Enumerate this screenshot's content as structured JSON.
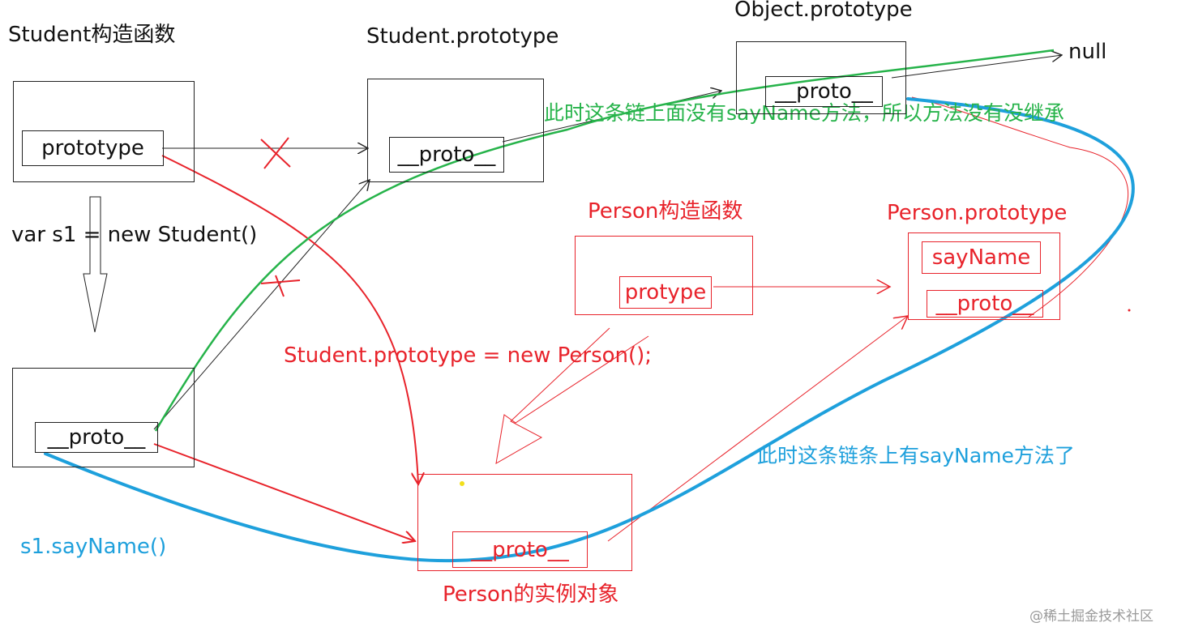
{
  "labels": {
    "student_ctor": "Student构造函数",
    "student_proto": "Student.prototype",
    "object_proto": "Object.prototype",
    "null_label": "null",
    "var_s1": "var s1 = new Student()",
    "green_note": "此时这条链上面没有sayName方法，所以方法没有没继承",
    "person_ctor": "Person构造函数",
    "person_proto": "Person.prototype",
    "assign": "Student.prototype = new Person();",
    "blue_note": "此时这条链条上有sayName方法了",
    "s1_call": "s1.sayName()",
    "person_instance": "Person的实例对象",
    "watermark": "@稀土掘金技术社区"
  },
  "boxes": {
    "student_ctor_field": "prototype",
    "student_proto_field": "__proto__",
    "object_proto_field": "__proto__",
    "s1_field": "__proto__",
    "person_ctor_field": "protype",
    "person_proto_method": "sayName",
    "person_proto_field": "__proto__",
    "person_instance_field": "__proto__"
  },
  "colors": {
    "black": "#222222",
    "red": "#e8232b",
    "green": "#26b34a",
    "blue": "#1ea0dc",
    "watermark": "#9a9a9a"
  }
}
